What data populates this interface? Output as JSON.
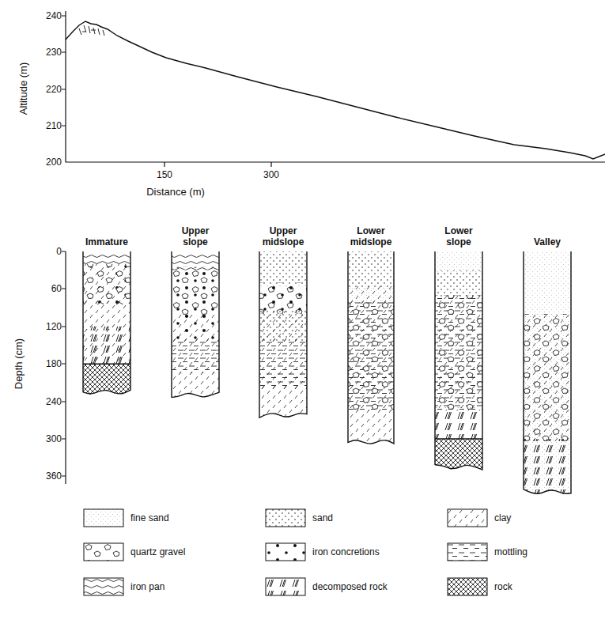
{
  "diagram": {
    "nodes": [
      {
        "text": [
          "Immature"
        ]
      },
      {
        "text": [
          "Upper slope"
        ]
      },
      {
        "text": [
          "Upper midslope"
        ]
      },
      {
        "text": [
          "Lower midslope"
        ]
      },
      {
        "text": [
          "Lower slope"
        ]
      },
      {
        "text": [
          "Valley"
        ]
      }
    ],
    "labels": [
      "240",
      "230",
      "220",
      "210",
      "200",
      "Altitude (m)",
      "150",
      "300",
      "Distance (m)",
      "0",
      "60",
      "120",
      "180",
      "240",
      "300",
      "360",
      "Depth (cm)"
    ],
    "legend": [
      {
        "text": "fine sand"
      },
      {
        "text": "sand"
      },
      {
        "text": "clay"
      },
      {
        "text": "quartz gravel"
      },
      {
        "text": "iron concretions"
      },
      {
        "text": "mottling"
      },
      {
        "text": "iron pan"
      },
      {
        "text": "decomposed rock"
      },
      {
        "text": "rock"
      }
    ]
  }
}
